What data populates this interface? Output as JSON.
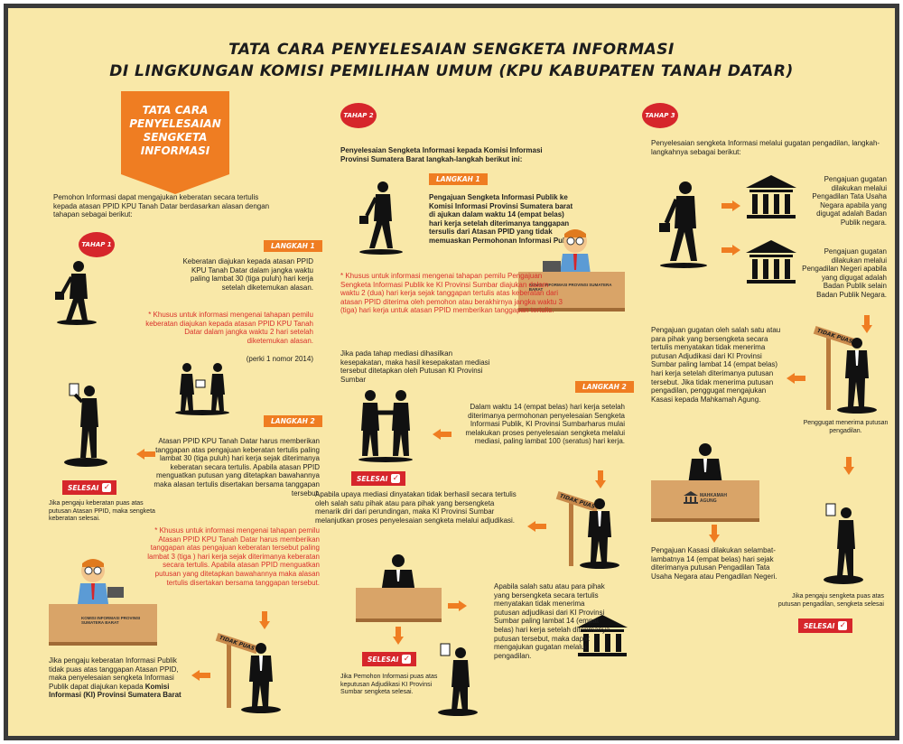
{
  "title": {
    "line1": "TATA CARA PENYELESAIAN SENGKETA INFORMASI",
    "line2": "DI LINGKUNGAN KOMISI PEMILIHAN UMUM (KPU KABUPATEN TANAH DATAR)"
  },
  "banner": {
    "l1": "TATA CARA",
    "l2": "PENYELESAIAN",
    "l3": "SENGKETA",
    "l4": "INFORMASI"
  },
  "intro": "Pemohon Informasi dapat mengajukan keberatan secara tertulis kepada atasan PPID KPU Tanah Datar berdasarkan alasan dengan tahapan sebagai berikut:",
  "stages": {
    "s1": "TAHAP 1",
    "s2": "TAHAP 2",
    "s3": "TAHAP 3"
  },
  "steps": {
    "l1": "LANGKAH 1",
    "l2": "LANGKAH 2"
  },
  "selesai": "SELESAI",
  "tidak_puas": "TIDAK PUAS",
  "col1": {
    "langkah1_text": "Keberatan diajukan kepada atasan PPID KPU Tanah Datar dalam jangka waktu paling lambat 30 (tiga puluh) hari kerja setelah diketemukan alasan.",
    "langkah1_note": "* Khusus untuk informasi mengenai tahapan pemilu keberatan diajukan kepada atasan PPID KPU Tanah Datar dalam jangka waktu 2 hari setelah diketemukan alasan.",
    "langkah1_ref": "(perki 1 nomor 2014)",
    "selesai_caption": "Jika pengaju keberatan puas atas putusan Atasan PPID, maka sengketa keberatan selesai.",
    "langkah2_text": "Atasan PPID KPU Tanah Datar harus memberikan tanggapan atas pengajuan keberatan tertulis paling lambat 30 (tiga puluh) hari kerja sejak diterimanya keberatan secara tertulis. Apabila atasan PPID menguatkan putusan yang ditetapkan bawahannya maka alasan tertulis disertakan bersama tanggapan tersebut.",
    "langkah2_note": "* Khusus untuk informasi mengenai tahapan pemilu Atasan PPID KPU Tanah Datar harus memberikan tanggapan atas pengajuan keberatan tersebut paling lambat 3 (tiga ) hari kerja sejak diterimanya keberatan secara tertulis. Apabila atasan PPID menguatkan putusan yang ditetapkan bawahannya maka alasan tertulis disertakan bersama tanggapan tersebut.",
    "desk_label": "KOMISI INFORMASI PROVINSI SUMATERA BARAT",
    "final_text": "Jika pengaju keberatan Informasi Publik tidak puas atas tanggapan Atasan PPID, maka penyelesaian sengketa Informasi Publik dapat diajukan kepada",
    "final_bold": "Komisi Informasi (KI) Provinsi Sumatera Barat"
  },
  "col2": {
    "intro": "Penyelesaian Sengketa Informasi kepada Komisi Informasi Provinsi Sumatera Barat langkah-langkah berikut ini:",
    "langkah1_text": "Pengajuan Sengketa Informasi Publik ke Komisi Informasi Provinsi Sumatera barat di ajukan dalam waktu 14 (empat belas) hari kerja setelah diterimanya tanggapan tersulis dari Atasan PPID yang tidak memuaskan Permohonan Informasi Publik",
    "langkah1_note": "* Khusus untuk informasi mengenai tahapan pemilu Pengajuan Sengketa Informasi Publik ke KI Provinsi Sumbar diajukan dalam waktu 2 (dua) hari kerja sejak tanggapan tertulis atas keberatan dari atasan PPID diterima oleh pemohon atau berakhirnya jangka waktu 3 (tiga) hari kerja untuk atasan PPID memberikan tanggapan tertulis.",
    "desk_label": "KOMISI INFORMASI PROVINSI SUMATERA BARAT",
    "mediasi_text": "Jika pada tahap mediasi dihasilkan kesepakatan, maka hasil kesepakatan mediasi tersebut ditetapkan oleh Putusan KI Provinsi Sumbar",
    "langkah2_text": "Dalam waktu 14 (empat belas) hari kerja setelah diterimanya permohonan penyelesaian Sengketa Informasi Publik, KI Provinsi Sumbarharus mulai melakukan proses penyelesaian sengketa melalui mediasi, paling lambat 100 (seratus) hari kerja.",
    "adjudikasi_text": "Apabila upaya mediasi dinyatakan tidak berhasil secara tertulis oleh salah satu pihak atau para pihak yang bersengketa menarik diri dari perundingan, maka KI Provinsi Sumbar melanjutkan proses penyelesaian sengketa melalui adjudikasi.",
    "gugatan_text": "Apabila salah satu atau para pihak yang bersengketa secara tertulis menyatakan tidak menerima putusan adjudikasi dari KI Provinsi Sumbar paling lambat 14 (empat belas) hari kerja setelah diterimanya putusan tersebut, maka dapat mengajukan gugatan melalui pengadilan.",
    "selesai_caption": "Jika Pemohon Informasi puas atas keputusan Adjudikasi KI Provinsi Sumbar sengketa selesai."
  },
  "col3": {
    "intro": "Penyelesaian sengketa Informasi melalui gugatan pengadilan, langkah-langkahnya sebagai berikut:",
    "ptun_text": "Pengajuan gugatan dilakukan melalui Pengadilan Tata Usaha Negara apabila yang digugat adalah Badan Publik negara.",
    "pn_text": "Pengajuan gugatan dilakukan melalui Pengadilan Negeri apabila yang digugat adalah Badan Publik selain Badan Publik Negara.",
    "kasasi_text": "Pengajuan gugatan oleh salah satu atau para pihak yang bersengketa secara tertulis menyatakan tidak menerima putusan Adjudikasi dari KI Provinsi Sumbar paling lambat 14 (empat belas) hari kerja setelah diterimanya putusan tersebut. Jika tidak menerima putusan pengadilan, penggugat mengajukan Kasasi kepada Mahkamah Agung.",
    "penggugat_caption": "Penggugat menerima putusan pengadilan.",
    "ma_label": "MAHKAMAH AGUNG",
    "kasasi2_text": "Pengajuan Kasasi dilakukan selambat-lambatnya 14 (empat belas) hari sejak diterimanya putusan Pengadilan Tata Usaha Negara atau Pengadilan Negeri.",
    "selesai_caption": "Jika pengaju sengketa puas atas putusan pengadilan, sengketa selesai"
  },
  "colors": {
    "background": "#f9e8a8",
    "orange": "#ef7d22",
    "red": "#d6262b",
    "figure": "#111111"
  }
}
